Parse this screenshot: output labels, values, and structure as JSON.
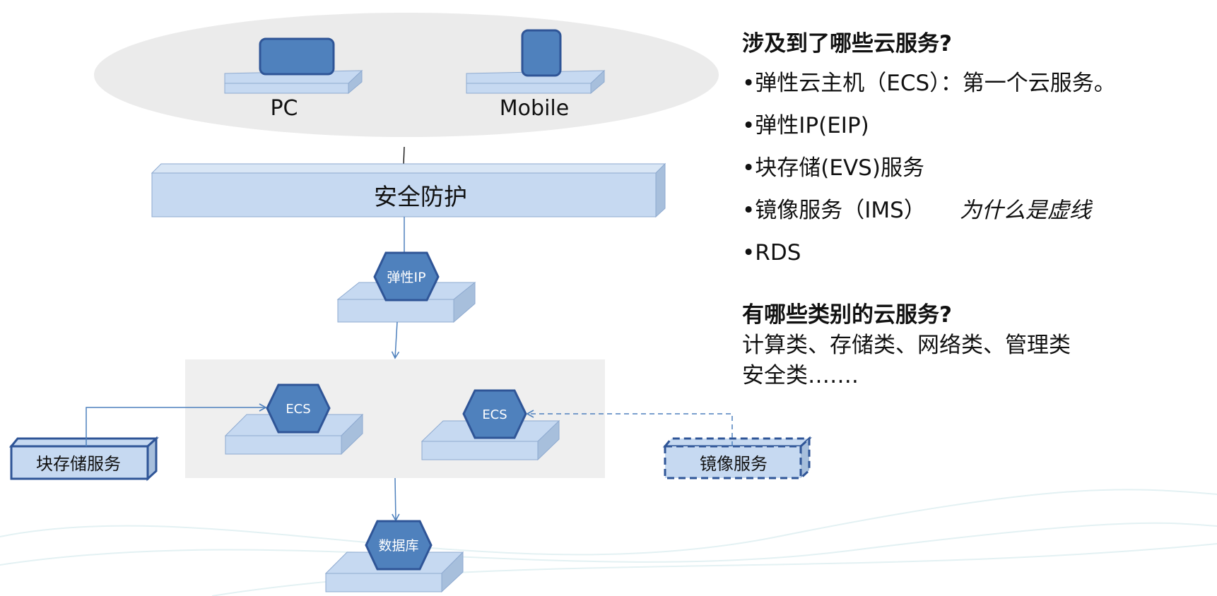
{
  "diagram": {
    "devices": {
      "pc_label": "PC",
      "mobile_label": "Mobile"
    },
    "security_label": "安全防护",
    "eip_label": "弹性IP",
    "ecs1_label": "ECS",
    "ecs2_label": "ECS",
    "block_storage_label": "块存储服务",
    "image_service_label": "镜像服务",
    "database_label": "数据库"
  },
  "notes": {
    "heading1": "涉及到了哪些云服务?",
    "items": [
      {
        "text": "•弹性云主机（ECS）：第一个云服务。"
      },
      {
        "text": "•弹性IP(EIP)"
      },
      {
        "text": "•块存储(EVS)服务"
      },
      {
        "text": "•镜像服务（IMS）",
        "aside": "为什么是虚线"
      },
      {
        "text": "•RDS"
      }
    ],
    "heading2": "有哪些类别的云服务?",
    "categories_line1": "计算类、存储类、网络类、管理类",
    "categories_line2": "安全类……."
  },
  "colors": {
    "accent_blue": "#4f81bd",
    "dark_blue": "#2f5597",
    "light_blue": "#c6d9f1",
    "side_blue": "#a7bfdc",
    "panel_gray": "#efefef"
  }
}
